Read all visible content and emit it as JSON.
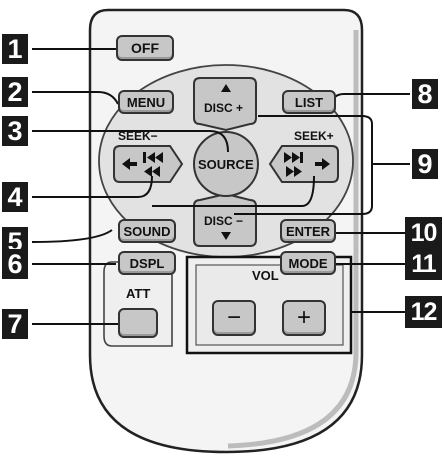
{
  "remote": {
    "buttons": {
      "off": "OFF",
      "menu": "MENU",
      "list": "LIST",
      "disc_plus": "DISC +",
      "disc_minus": "DISC −",
      "source": "SOURCE",
      "sound": "SOUND",
      "enter": "ENTER",
      "dspl": "DSPL",
      "mode": "MODE",
      "att": "ATT",
      "vol_minus": "−",
      "vol_plus": "+"
    },
    "labels": {
      "seek_minus": "SEEK−",
      "seek_plus": "SEEK+",
      "vol": "VOL"
    }
  },
  "callouts": [
    "1",
    "2",
    "3",
    "4",
    "5",
    "6",
    "7",
    "8",
    "9",
    "10",
    "11",
    "12"
  ],
  "colors": {
    "callout_bg": "#1a1a1a",
    "button": "#c7c7c7",
    "body": "#f2f2f2"
  }
}
